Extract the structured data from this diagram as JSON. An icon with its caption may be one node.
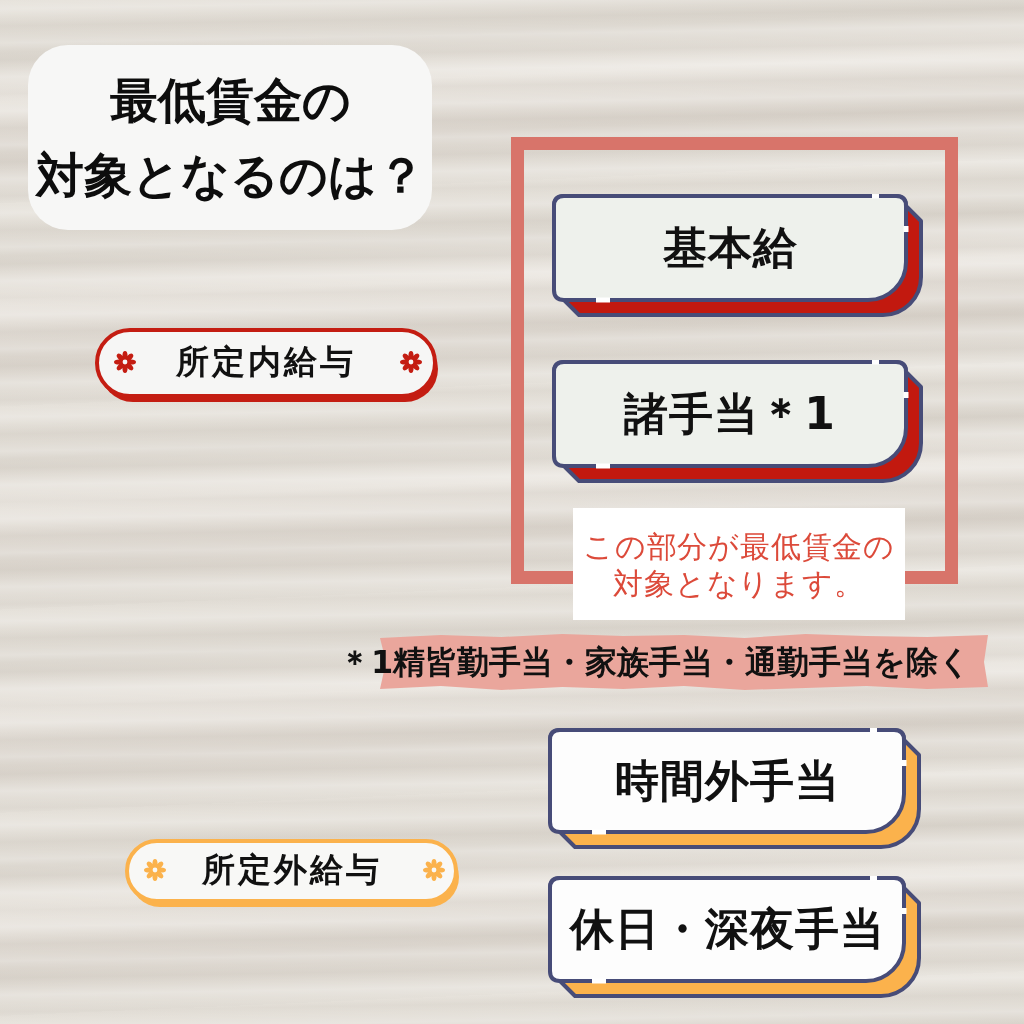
{
  "diagram": {
    "title": "最低賃金の対象となるのは？",
    "nodes": [
      {
        "text": [
          "所定内給与"
        ]
      },
      {
        "text": [],
        "shape": "box"
      },
      {
        "text": [
          "基本給"
        ],
        "in": 1
      },
      {
        "text": [
          "諸手当＊1"
        ],
        "in": 1
      },
      {
        "text": [
          "この部分が最低賃金の対象となります。"
        ]
      },
      {
        "text": [
          "＊1精皆勤手当・家族手当・通勤手当を除く"
        ]
      },
      {
        "text": [
          "所定外給与"
        ]
      },
      {
        "text": [
          "時間外手当"
        ]
      },
      {
        "text": [
          "休日・深夜手当"
        ]
      }
    ]
  }
}
